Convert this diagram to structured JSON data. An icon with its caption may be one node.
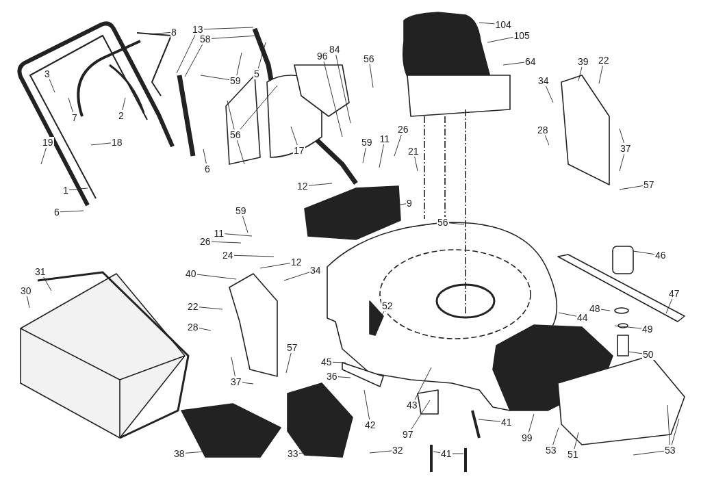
{
  "diagram": {
    "nodes": [
      {
        "text": [
          "8"
        ]
      },
      {
        "text": [
          "13"
        ]
      },
      {
        "text": [
          "58"
        ]
      },
      {
        "text": [
          "59"
        ]
      },
      {
        "text": [
          "5"
        ]
      },
      {
        "text": [
          "3"
        ]
      },
      {
        "text": [
          "7"
        ]
      },
      {
        "text": [
          "2"
        ]
      },
      {
        "text": [
          "18"
        ]
      },
      {
        "text": [
          "19"
        ]
      },
      {
        "text": [
          "1"
        ]
      },
      {
        "text": [
          "6"
        ]
      },
      {
        "text": [
          "6"
        ]
      },
      {
        "text": [
          "56"
        ]
      },
      {
        "text": [
          "17"
        ]
      },
      {
        "text": [
          "96"
        ]
      },
      {
        "text": [
          "84"
        ]
      },
      {
        "text": [
          "56"
        ]
      },
      {
        "text": [
          "12"
        ]
      },
      {
        "text": [
          "59"
        ]
      },
      {
        "text": [
          "11"
        ]
      },
      {
        "text": [
          "26"
        ]
      },
      {
        "text": [
          "104"
        ]
      },
      {
        "text": [
          "105"
        ]
      },
      {
        "text": [
          "64"
        ]
      },
      {
        "text": [
          "39"
        ]
      },
      {
        "text": [
          "22"
        ]
      },
      {
        "text": [
          "34"
        ]
      },
      {
        "text": [
          "28"
        ]
      },
      {
        "text": [
          "37"
        ]
      },
      {
        "text": [
          "57"
        ]
      },
      {
        "text": [
          "26"
        ]
      },
      {
        "text": [
          "11"
        ]
      },
      {
        "text": [
          "59"
        ]
      },
      {
        "text": [
          "21"
        ]
      },
      {
        "text": [
          "9"
        ]
      },
      {
        "text": [
          "56"
        ]
      },
      {
        "text": [
          "24"
        ]
      },
      {
        "text": [
          "12"
        ]
      },
      {
        "text": [
          "34"
        ]
      },
      {
        "text": [
          "40"
        ]
      },
      {
        "text": [
          "31"
        ]
      },
      {
        "text": [
          "30"
        ]
      },
      {
        "text": [
          "22"
        ]
      },
      {
        "text": [
          "28"
        ]
      },
      {
        "text": [
          "57"
        ]
      },
      {
        "text": [
          "45"
        ]
      },
      {
        "text": [
          "36"
        ]
      },
      {
        "text": [
          "37"
        ]
      },
      {
        "text": [
          "38"
        ]
      },
      {
        "text": [
          "33"
        ]
      },
      {
        "text": [
          "46"
        ]
      },
      {
        "text": [
          "47"
        ]
      },
      {
        "text": [
          "48"
        ]
      },
      {
        "text": [
          "44"
        ]
      },
      {
        "text": [
          "49"
        ]
      },
      {
        "text": [
          "50"
        ]
      },
      {
        "text": [
          "52"
        ]
      },
      {
        "text": [
          "43"
        ]
      },
      {
        "text": [
          "42"
        ]
      },
      {
        "text": [
          "97"
        ]
      },
      {
        "text": [
          "99"
        ]
      },
      {
        "text": [
          "41"
        ]
      },
      {
        "text": [
          "41"
        ]
      },
      {
        "text": [
          "32"
        ]
      },
      {
        "text": [
          "53"
        ]
      },
      {
        "text": [
          "51"
        ]
      },
      {
        "text": [
          "53"
        ]
      }
    ],
    "edges": [
      {
        "from": 0,
        "to": null,
        "arrow": "none"
      },
      {
        "from": 1,
        "to": null,
        "arrow": "none"
      },
      {
        "from": 1,
        "to": null,
        "arrow": "none"
      },
      {
        "from": 2,
        "to": null,
        "arrow": "none"
      },
      {
        "from": 2,
        "to": null,
        "arrow": "none"
      },
      {
        "from": 3,
        "to": null,
        "arrow": "none"
      },
      {
        "from": 3,
        "to": null,
        "arrow": "none"
      },
      {
        "from": 4,
        "to": null,
        "arrow": "none"
      },
      {
        "from": 5,
        "to": null,
        "arrow": "none"
      },
      {
        "from": 6,
        "to": null,
        "arrow": "none"
      },
      {
        "from": 7,
        "to": null,
        "arrow": "none"
      },
      {
        "from": 8,
        "to": null,
        "arrow": "none"
      },
      {
        "from": 9,
        "to": null,
        "arrow": "none"
      },
      {
        "from": 10,
        "to": null,
        "arrow": "none"
      },
      {
        "from": 11,
        "to": null,
        "arrow": "none"
      },
      {
        "from": 12,
        "to": null,
        "arrow": "none"
      },
      {
        "from": 13,
        "to": null,
        "arrow": "none"
      },
      {
        "from": 13,
        "to": null,
        "arrow": "none"
      },
      {
        "from": 13,
        "to": null,
        "arrow": "none"
      },
      {
        "from": 14,
        "to": null,
        "arrow": "none"
      },
      {
        "from": 15,
        "to": null,
        "arrow": "none"
      },
      {
        "from": 16,
        "to": null,
        "arrow": "none"
      },
      {
        "from": 17,
        "to": null,
        "arrow": "none"
      },
      {
        "from": 18,
        "to": null,
        "arrow": "none"
      },
      {
        "from": 19,
        "to": null,
        "arrow": "none"
      },
      {
        "from": 20,
        "to": null,
        "arrow": "none"
      },
      {
        "from": 21,
        "to": null,
        "arrow": "none"
      },
      {
        "from": 22,
        "to": null,
        "arrow": "none"
      },
      {
        "from": 23,
        "to": null,
        "arrow": "none"
      },
      {
        "from": 24,
        "to": null,
        "arrow": "none"
      },
      {
        "from": 25,
        "to": null,
        "arrow": "none"
      },
      {
        "from": 26,
        "to": null,
        "arrow": "none"
      },
      {
        "from": 27,
        "to": null,
        "arrow": "none"
      },
      {
        "from": 28,
        "to": null,
        "arrow": "none"
      },
      {
        "from": 29,
        "to": null,
        "arrow": "none"
      },
      {
        "from": 29,
        "to": null,
        "arrow": "none"
      },
      {
        "from": 30,
        "to": null,
        "arrow": "none"
      },
      {
        "from": 31,
        "to": null,
        "arrow": "none"
      },
      {
        "from": 32,
        "to": null,
        "arrow": "none"
      },
      {
        "from": 33,
        "to": null,
        "arrow": "none"
      },
      {
        "from": 34,
        "to": null,
        "arrow": "none"
      },
      {
        "from": 35,
        "to": null,
        "arrow": "none"
      },
      {
        "from": 36,
        "to": null,
        "arrow": "none"
      },
      {
        "from": 36,
        "to": null,
        "arrow": "none"
      },
      {
        "from": 37,
        "to": null,
        "arrow": "none"
      },
      {
        "from": 38,
        "to": null,
        "arrow": "none"
      },
      {
        "from": 39,
        "to": null,
        "arrow": "none"
      },
      {
        "from": 40,
        "to": null,
        "arrow": "none"
      },
      {
        "from": 41,
        "to": null,
        "arrow": "none"
      },
      {
        "from": 42,
        "to": null,
        "arrow": "none"
      },
      {
        "from": 43,
        "to": null,
        "arrow": "none"
      },
      {
        "from": 44,
        "to": null,
        "arrow": "none"
      },
      {
        "from": 45,
        "to": null,
        "arrow": "none"
      },
      {
        "from": 46,
        "to": null,
        "arrow": "none"
      },
      {
        "from": 47,
        "to": null,
        "arrow": "none"
      },
      {
        "from": 48,
        "to": null,
        "arrow": "none"
      },
      {
        "from": 48,
        "to": null,
        "arrow": "none"
      },
      {
        "from": 49,
        "to": null,
        "arrow": "none"
      },
      {
        "from": 50,
        "to": null,
        "arrow": "none"
      },
      {
        "from": 51,
        "to": null,
        "arrow": "none"
      },
      {
        "from": 52,
        "to": null,
        "arrow": "none"
      },
      {
        "from": 53,
        "to": null,
        "arrow": "none"
      },
      {
        "from": 54,
        "to": null,
        "arrow": "none"
      },
      {
        "from": 55,
        "to": null,
        "arrow": "none"
      },
      {
        "from": 56,
        "to": null,
        "arrow": "none"
      },
      {
        "from": 57,
        "to": null,
        "arrow": "none"
      },
      {
        "from": 58,
        "to": null,
        "arrow": "none"
      },
      {
        "from": 59,
        "to": null,
        "arrow": "none"
      },
      {
        "from": 60,
        "to": null,
        "arrow": "none"
      },
      {
        "from": 61,
        "to": null,
        "arrow": "none"
      },
      {
        "from": 62,
        "to": null,
        "arrow": "none"
      },
      {
        "from": 63,
        "to": null,
        "arrow": "none"
      },
      {
        "from": 63,
        "to": null,
        "arrow": "none"
      },
      {
        "from": 64,
        "to": null,
        "arrow": "none"
      },
      {
        "from": 65,
        "to": null,
        "arrow": "none"
      },
      {
        "from": 66,
        "to": null,
        "arrow": "none"
      },
      {
        "from": 67,
        "to": null,
        "arrow": "none"
      },
      {
        "from": 67,
        "to": null,
        "arrow": "none"
      },
      {
        "from": 67,
        "to": null,
        "arrow": "none"
      }
    ]
  }
}
